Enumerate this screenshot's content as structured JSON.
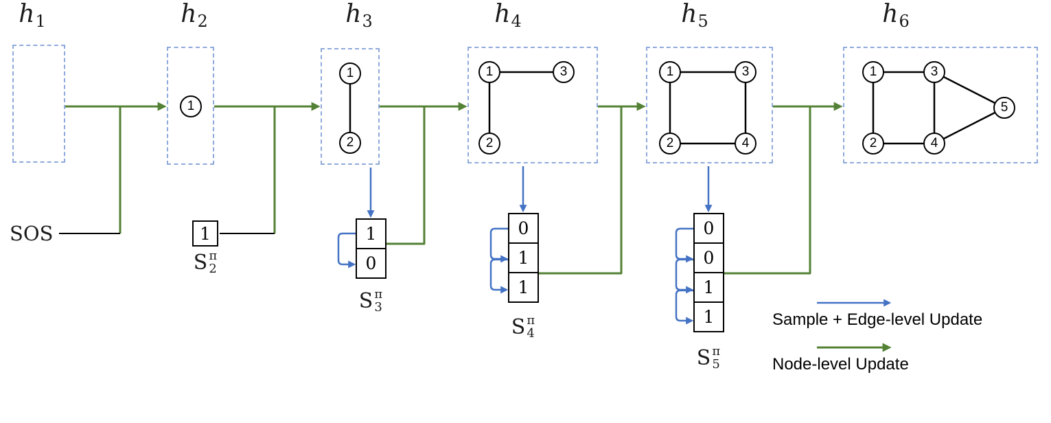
{
  "colors": {
    "node_update_green": "#538135",
    "sample_edge_blue": "#4472C4",
    "state_box_border": "#8EA9DB",
    "graph_black": "#000000"
  },
  "sos_label": "SOS",
  "states": [
    {
      "base": "h",
      "sub": "1",
      "nodes": []
    },
    {
      "base": "h",
      "sub": "2",
      "nodes": [
        "1"
      ]
    },
    {
      "base": "h",
      "sub": "3",
      "nodes": [
        "1",
        "2"
      ]
    },
    {
      "base": "h",
      "sub": "4",
      "nodes": [
        "1",
        "2",
        "3"
      ]
    },
    {
      "base": "h",
      "sub": "5",
      "nodes": [
        "1",
        "2",
        "3",
        "4"
      ]
    },
    {
      "base": "h",
      "sub": "6",
      "nodes": [
        "1",
        "2",
        "3",
        "4",
        "5"
      ]
    }
  ],
  "sequences": [
    {
      "base": "S",
      "sup": "π",
      "sub": "2",
      "cells": [
        "1"
      ]
    },
    {
      "base": "S",
      "sup": "π",
      "sub": "3",
      "cells": [
        "1",
        "0"
      ]
    },
    {
      "base": "S",
      "sup": "π",
      "sub": "4",
      "cells": [
        "0",
        "1",
        "1"
      ]
    },
    {
      "base": "S",
      "sup": "π",
      "sub": "5",
      "cells": [
        "0",
        "0",
        "1",
        "1"
      ]
    }
  ],
  "legend": {
    "items": [
      {
        "icon": "blue-arrow-icon",
        "label": "Sample + Edge-level Update"
      },
      {
        "icon": "green-arrow-icon",
        "label": "Node-level Update"
      }
    ]
  }
}
